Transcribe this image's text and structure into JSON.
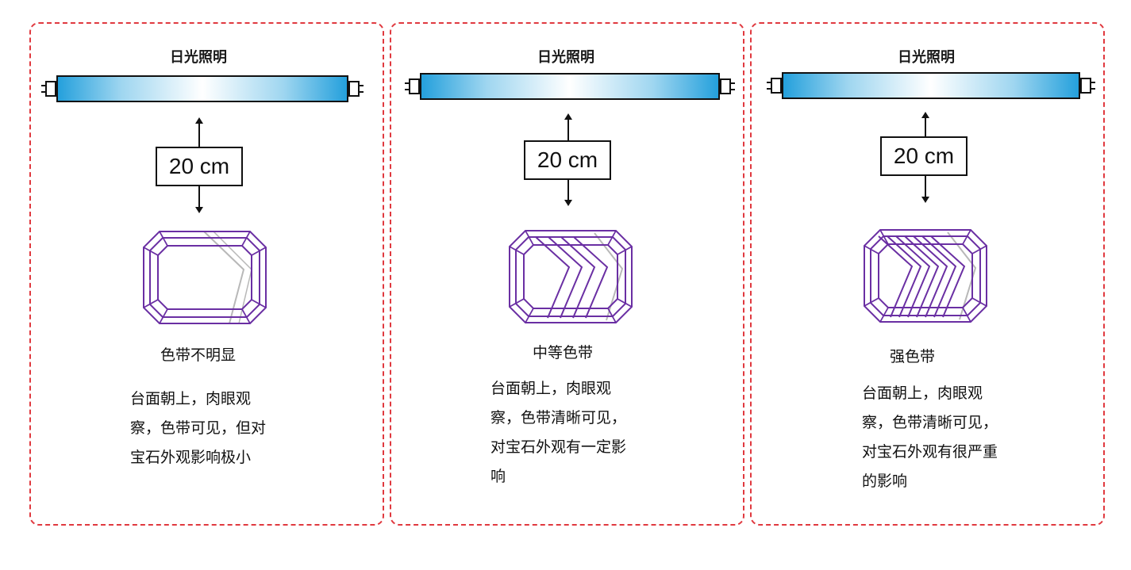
{
  "panels": [
    {
      "title": "日光照明",
      "distance": "20 cm",
      "band_label": "色带不明显",
      "description": "台面朝上，肉眼观\n察，色带可见，但对\n宝石外观影响极小",
      "band_count": 1
    },
    {
      "title": "日光照明",
      "distance": "20 cm",
      "band_label": "中等色带",
      "description": "台面朝上，肉眼观\n察，色带清晰可见，\n对宝石外观有一定影\n响",
      "band_count": 4
    },
    {
      "title": "日光照明",
      "distance": "20 cm",
      "band_label": "强色带",
      "description": "台面朝上，肉眼观\n察，色带清晰可见，\n对宝石外观有很严重\n的影响",
      "band_count": 7
    }
  ],
  "colors": {
    "border": "#e0393f",
    "gem": "#6a2fa3",
    "tube_blue": "#24a0dc",
    "band_gray": "#b8b8b8"
  }
}
